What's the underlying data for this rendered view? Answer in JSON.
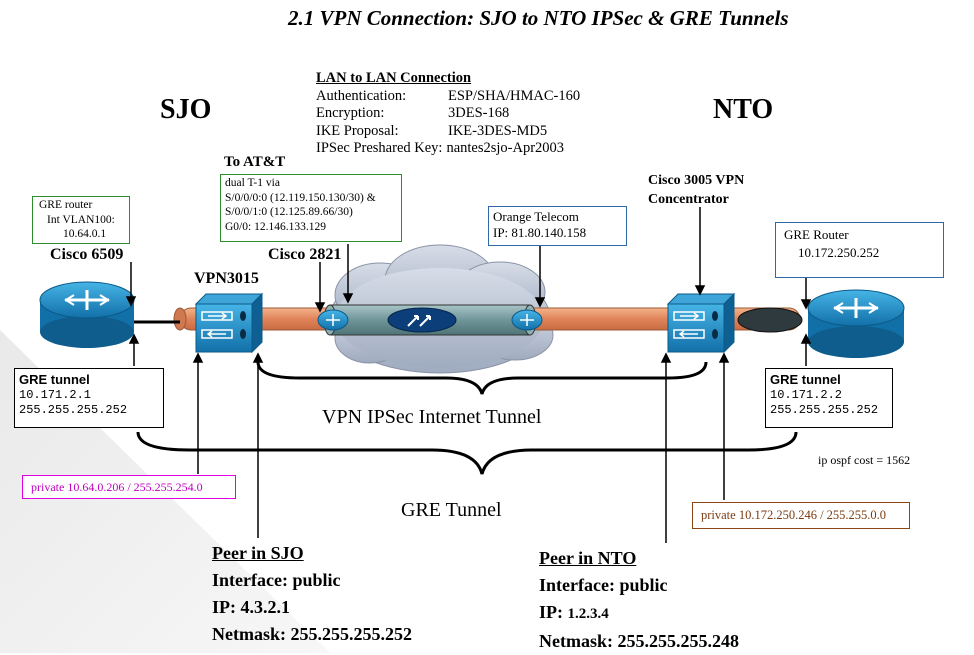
{
  "title": "2.1 VPN Connection: SJO to NTO IPSec & GRE Tunnels",
  "sites": {
    "left": "SJO",
    "right": "NTO"
  },
  "lan_to_lan": {
    "heading": "LAN to LAN Connection",
    "rows": [
      {
        "key": "Authentication:",
        "value": "ESP/SHA/HMAC-160"
      },
      {
        "key": "Encryption:",
        "value": "3DES-168"
      },
      {
        "key": "IKE Proposal:",
        "value": "IKE-3DES-MD5"
      },
      {
        "key": "IPSec Preshared Key:",
        "value": "nantes2sjo-Apr2003"
      }
    ]
  },
  "to_att": {
    "label": "To AT&T",
    "lines": [
      "dual T-1 via",
      "S/0/0/0:0 (12.119.150.130/30) &",
      "S/0/0/1:0 (12.125.89.66/30)",
      "G0/0: 12.146.133.129"
    ]
  },
  "orange": {
    "lines": [
      "Orange Telecom",
      "IP: 81.80.140.158"
    ]
  },
  "cisco3005": {
    "lines": [
      "Cisco 3005 VPN",
      "Concentrator"
    ]
  },
  "gre_router_left": {
    "lines": [
      "GRE router",
      "Int VLAN100:",
      "10.64.0.1"
    ]
  },
  "gre_router_right": {
    "lines": [
      "GRE Router",
      "10.172.250.252"
    ]
  },
  "device_labels": {
    "cisco6509": "Cisco 6509",
    "vpn3015": "VPN3015",
    "cisco2821": "Cisco 2821"
  },
  "gre_tunnel_left": {
    "heading": "GRE  tunnel",
    "ip": "10.171.2.1",
    "mask": "255.255.255.252"
  },
  "gre_tunnel_right": {
    "heading": "GRE tunnel",
    "ip": "10.171.2.2",
    "mask": "255.255.255.252"
  },
  "tunnels": {
    "ipsec": "VPN IPSec Internet Tunnel",
    "gre": "GRE Tunnel"
  },
  "ospf": "ip ospf cost = 1562",
  "private_left": "private 10.64.0.206 / 255.255.254.0",
  "private_right": "private  10.172.250.246 / 255.255.0.0",
  "peer_sjo": {
    "heading": "Peer in SJO",
    "interface": "Interface: public",
    "ip_label": "IP: ",
    "ip": "4.3.2.1",
    "netmask": "Netmask: 255.255.255.252"
  },
  "peer_nto": {
    "heading": "Peer in NTO",
    "interface": "Interface: public",
    "ip_label": "IP: ",
    "ip": "1.2.3.4",
    "netmask": "Netmask: 255.255.255.248"
  },
  "colors": {
    "router": "#1f8fc4",
    "tube": "#e8956a",
    "cloud": "#b9c3d3",
    "green": "#2e8b2e",
    "magenta": "#e000e0",
    "brown": "#8b4513"
  }
}
